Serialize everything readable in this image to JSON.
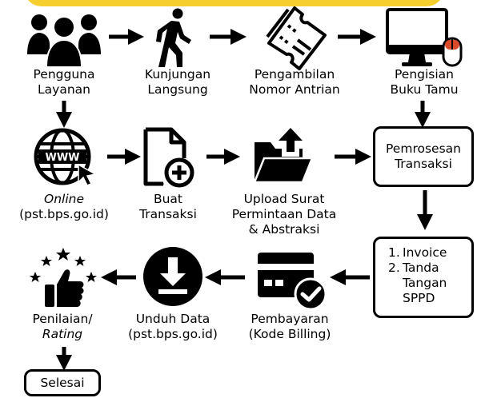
{
  "steps": {
    "pengguna": {
      "line1": "Pengguna",
      "line2": "Layanan"
    },
    "kunjungan": {
      "line1": "Kunjungan",
      "line2": "Langsung"
    },
    "pengambilan": {
      "line1": "Pengambilan",
      "line2": "Nomor Antrian"
    },
    "pengisian": {
      "line1": "Pengisian",
      "line2": "Buku Tamu"
    },
    "online": {
      "line1": "Online",
      "line2": "(pst.bps.go.id)"
    },
    "buat": {
      "line1": "Buat",
      "line2": "Transaksi"
    },
    "upload": {
      "line1": "Upload Surat",
      "line2": "Permintaan Data",
      "line3": "& Abstraksi"
    },
    "pemrosesan": {
      "line1": "Pemrosesan",
      "line2": "Transaksi"
    },
    "invoice": {
      "num1": "1.",
      "item1": "Invoice",
      "num2": "2.",
      "item2a": "Tanda",
      "item2b": "Tangan",
      "item2c": "SPPD"
    },
    "pembayaran": {
      "line1": "Pembayaran",
      "line2": "(Kode Billing)"
    },
    "unduh": {
      "line1": "Unduh Data",
      "line2": "(pst.bps.go.id)"
    },
    "penilaian": {
      "line1": "Penilaian/",
      "line2": "Rating"
    },
    "selesai": {
      "label": "Selesai"
    }
  },
  "icons": {
    "pengguna": "users-group-icon",
    "kunjungan": "walking-person-icon",
    "pengambilan": "ticket-icon",
    "pengisian": "computer-monitor-icon",
    "online": "www-globe-icon",
    "buat": "new-document-icon",
    "upload": "folder-upload-icon",
    "pembayaran": "payment-card-icon",
    "unduh": "download-icon",
    "penilaian": "rating-thumbs-up-icon"
  },
  "colors": {
    "banner": "#f6cf2e",
    "ink": "#000000",
    "background": "#ffffff"
  }
}
